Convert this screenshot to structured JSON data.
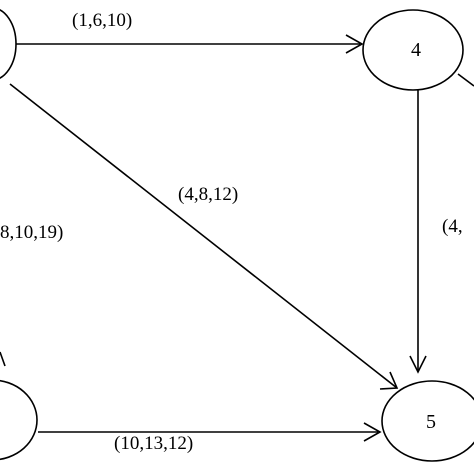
{
  "diagram": {
    "nodes": {
      "node_4": "4",
      "node_5": "5"
    },
    "edge_labels": {
      "top": "(1,6,10)",
      "diagonal": "(4,8,12)",
      "left": "8,10,19)",
      "right": "(4,",
      "bottom": "(10,13,12)"
    }
  }
}
